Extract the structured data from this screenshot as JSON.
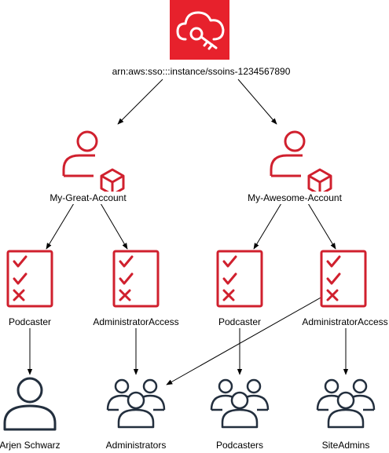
{
  "colors": {
    "iam_red": "#d0202e",
    "sso_icon_bg": "#e7212c",
    "group_icon": "#232f3e",
    "edge": "#000000"
  },
  "sso": {
    "icon": "cloud-key-icon",
    "arn": "arn:aws:sso:::instance/ssoins-1234567890"
  },
  "accounts": [
    {
      "icon": "account-user-box-icon",
      "label": "My-Great-Account"
    },
    {
      "icon": "account-user-box-icon",
      "label": "My-Awesome-Account"
    }
  ],
  "permission_sets": [
    {
      "icon": "permission-checklist-icon",
      "label": "Podcaster"
    },
    {
      "icon": "permission-checklist-icon",
      "label": "AdministratorAccess"
    },
    {
      "icon": "permission-checklist-icon",
      "label": "Podcaster"
    },
    {
      "icon": "permission-checklist-icon",
      "label": "AdministratorAccess"
    }
  ],
  "principals": [
    {
      "icon": "user-icon",
      "label": "Arjen Schwarz"
    },
    {
      "icon": "users-group-icon",
      "label": "Administrators"
    },
    {
      "icon": "users-group-icon",
      "label": "Podcasters"
    },
    {
      "icon": "users-group-icon",
      "label": "SiteAdmins"
    }
  ]
}
